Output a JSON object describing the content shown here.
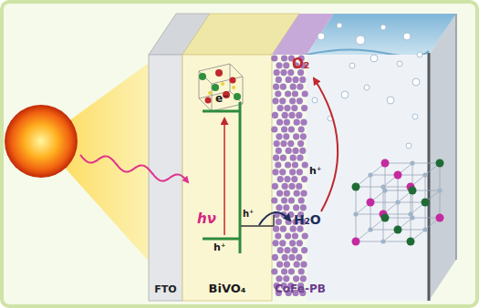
{
  "diagram": {
    "nodes": [
      {
        "text": [
          "FTO"
        ]
      },
      {
        "text": [
          "BiVO₄"
        ]
      },
      {
        "text": [
          "CoFe-PB"
        ]
      }
    ],
    "labels": [
      "hν",
      "e⁻",
      "h⁺",
      "h⁺",
      "H₂O",
      "h⁺",
      "O₂"
    ]
  }
}
